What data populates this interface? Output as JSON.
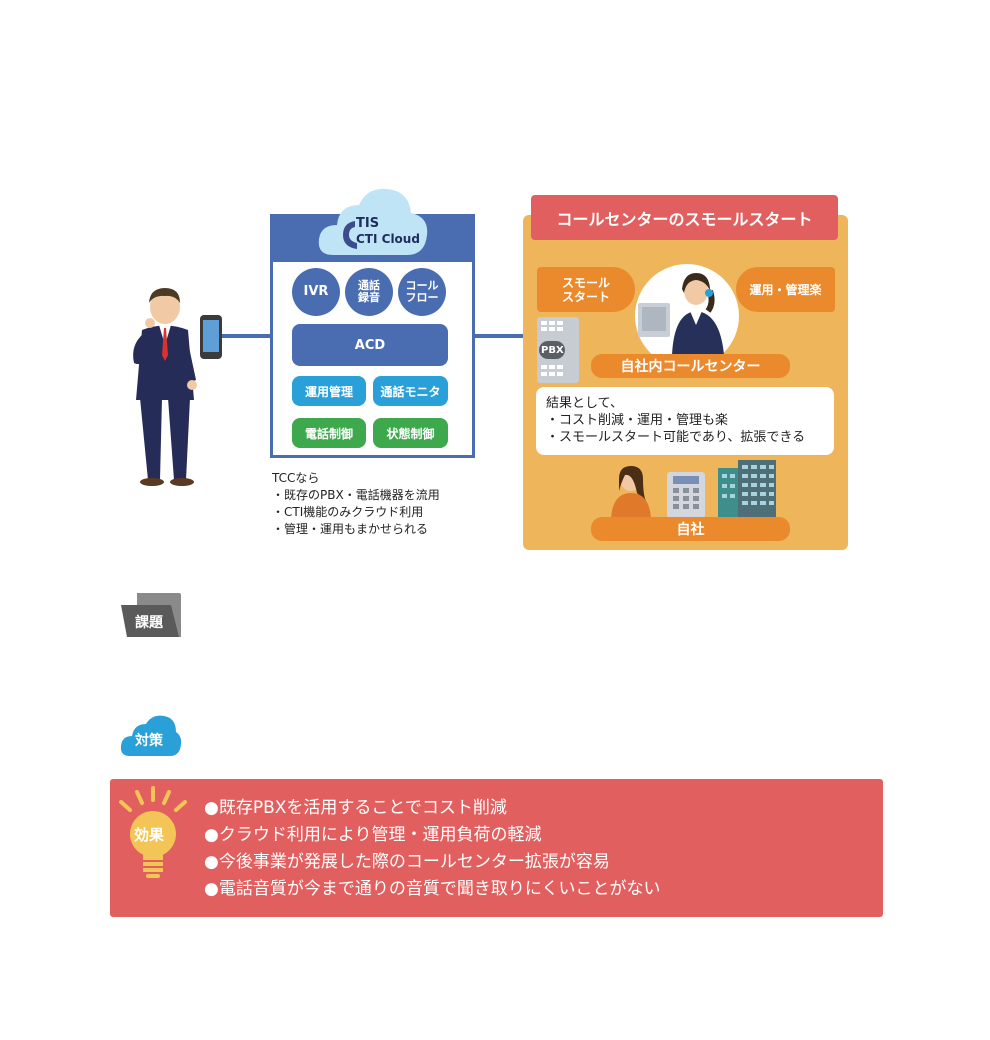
{
  "cloud": {
    "logo_line1": "TIS",
    "logo_line2": "CTI Cloud",
    "circles": [
      "IVR",
      "通話\n録音",
      "コール\nフロー"
    ],
    "acd": "ACD",
    "features": [
      "運用管理",
      "通話モニタ",
      "電話制御",
      "状態制御"
    ],
    "tcc_notes": "TCCなら\n・既存のPBX・電話機器を流用\n・CTI機能のみクラウド利用\n・管理・運用もまかせられる"
  },
  "right_panel": {
    "title": "コールセンターのスモールスタート",
    "tag_left": "スモール\nスタート",
    "tag_right": "運用・管理楽",
    "pbx_label": "PBX",
    "center_label": "自社内コールセンター",
    "result_text": "結果として、\n・コスト削減・運用・管理も楽\n・スモールスタート可能であり、拡張できる",
    "company_label": "自社"
  },
  "sections": {
    "issue_label": "課題",
    "measure_label": "対策"
  },
  "effect": {
    "label": "効果",
    "items": [
      "●既存PBXを活用することでコスト削減",
      "●クラウド利用により管理・運用負荷の軽減",
      "●今後事業が発展した際のコールセンター拡張が容易",
      "●電話音質が今まで通りの音質で聞き取りにくいことがない"
    ]
  },
  "colors": {
    "blue": "#4a6db1",
    "cyan": "#2aa0d8",
    "green": "#3ea84c",
    "orange_panel": "#eeb55a",
    "orange_tag": "#ea8a2d",
    "red": "#e1605f"
  }
}
